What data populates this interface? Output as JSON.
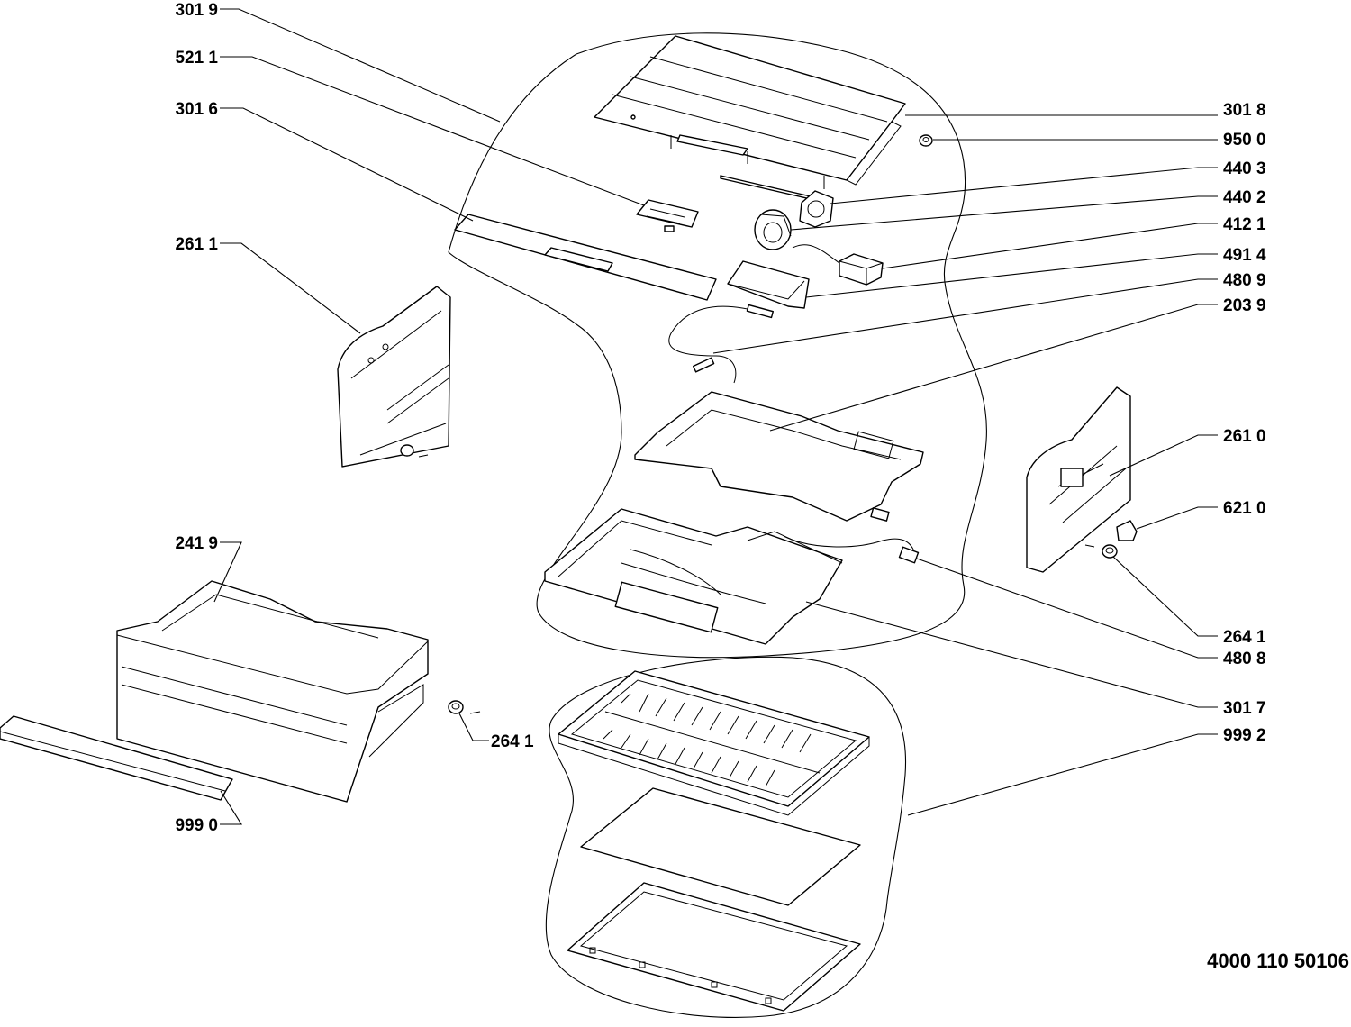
{
  "callouts": {
    "c3019": "301 9",
    "c5211": "521 1",
    "c3016": "301 6",
    "c2611": "261 1",
    "c2419": "241 9",
    "c9990": "999 0",
    "c2641_left": "264 1",
    "c3018": "301 8",
    "c9500": "950 0",
    "c4403": "440 3",
    "c4402": "440 2",
    "c4121": "412 1",
    "c4914": "491 4",
    "c4809": "480 9",
    "c2039": "203 9",
    "c2610": "261 0",
    "c6210": "621 0",
    "c2641_right": "264 1",
    "c4808": "480 8",
    "c3017": "301 7",
    "c9992": "999 2"
  },
  "drawing_code": "4000 110 50106"
}
